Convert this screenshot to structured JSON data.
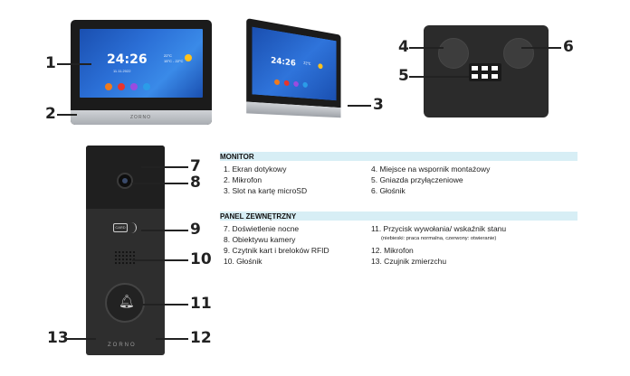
{
  "callouts": {
    "n1": "1",
    "n2": "2",
    "n3": "3",
    "n4": "4",
    "n5": "5",
    "n6": "6",
    "n7": "7",
    "n8": "8",
    "n9": "9",
    "n10": "10",
    "n11": "11",
    "n12": "12",
    "n13": "13"
  },
  "monitor_screen": {
    "time": "24:26",
    "date": "11.11.2022",
    "temp": "22°C",
    "temp_range": "15°C - 22°C"
  },
  "angled_screen": {
    "time": "24:26",
    "temp": "22°C"
  },
  "brand": "ZORNO",
  "card_label": "CARD",
  "sections": {
    "monitor": {
      "title": "MONITOR",
      "items_left": [
        "1. Ekran dotykowy",
        "2. Mikrofon",
        "3. Slot na kartę microSD"
      ],
      "items_right": [
        "4. Miejsce na wspornik montażowy",
        "5. Gniazda przyłączeniowe",
        "6. Głośnik"
      ]
    },
    "panel": {
      "title": "PANEL ZEWNĘTRZNY",
      "items_left": [
        "7. Doświetlenie nocne",
        "8. Obiektywu kamery",
        "9. Czytnik kart i breloków RFID",
        "10. Głośnik"
      ],
      "item11": "11. Przycisk wywołania/ wskaźnik stanu",
      "item11_note": "(niebieski: praca normalna, czerwony: otwieranie)",
      "item12": "12. Mikrofon",
      "item13": "13. Czujnik zmierzchu"
    }
  },
  "colors": {
    "legend_bar": "#d7eef5",
    "screen_blue": "#2b6fd6"
  }
}
